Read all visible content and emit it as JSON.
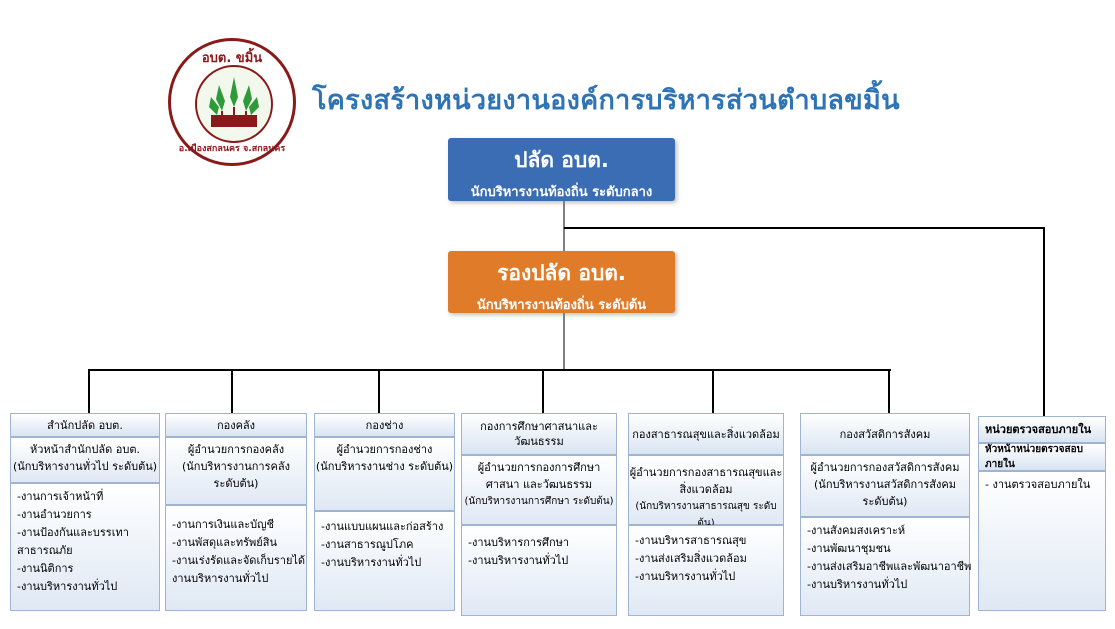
{
  "header": {
    "title": "โครงสร้างหน่วยงานองค์การบริหารส่วนตำบลขมิ้น",
    "logo": {
      "top_text": "อบต. ขมิ้น",
      "bottom_text": "อ.เมืองสกลนคร จ.สกลนคร"
    }
  },
  "palad": {
    "title": "ปลัด  อบต.",
    "subtitle": "นักบริหารงานท้องถิ่น ระดับกลาง"
  },
  "rong_palad": {
    "title": "รองปลัด  อบต.",
    "subtitle": "นักบริหารงานท้องถิ่น ระดับต้น"
  },
  "departments": [
    {
      "name": "สำนักปลัด อบต.",
      "head": [
        "หัวหน้าสำนักปลัด อบต.",
        "(นักบริหารงานทั่วไป ระดับต้น)"
      ],
      "tasks": [
        "-งานการเจ้าหน้าที่",
        "-งานอำนวยการ",
        "-งานป้องกันและบรรเทา",
        "สาธารณภัย",
        "-งานนิติการ",
        "-งานบริหารงานทั่วไป"
      ]
    },
    {
      "name": "กองคลัง",
      "head": [
        "ผู้อำนวยการกองคลัง",
        "(นักบริหารงานการคลัง",
        "ระดับต้น)"
      ],
      "tasks": [
        "-งานการเงินและบัญชี",
        "-งานพัสดุและทรัพย์สิน",
        "-งานเร่งรัดและจัดเก็บรายได้",
        "งานบริหารงานทั่วไป"
      ]
    },
    {
      "name": "กองช่าง",
      "head": [
        "ผู้อำนวยการกองช่าง",
        "(นักบริหารงานช่าง ระดับต้น)"
      ],
      "tasks": [
        "-งานแบบแผนและก่อสร้าง",
        "-งานสาธารณูปโภค",
        "-งานบริหารงานทั่วไป"
      ]
    },
    {
      "name": "กองการศึกษาศาสนาและ วัฒนธรรม",
      "head": [
        "ผู้อำนวยการกองการศึกษา",
        "ศาสนา และวัฒนธรรม",
        "(นักบริหารงานการศึกษา ระดับต้น)"
      ],
      "tasks": [
        "-งานบริหารการศึกษา",
        "-งานบริหารงานทั่วไป"
      ]
    },
    {
      "name": "กองสาธารณสุขและสิ่งแวดล้อม",
      "head": [
        "ผู้อำนวยการกองสาธารณสุขและ",
        "สิ่งแวดล้อม",
        "(นักบริหารงานสาธารณสุข ระดับต้น)"
      ],
      "tasks": [
        "-งานบริหารสาธารณสุข",
        "-งานส่งเสริมสิ่งแวดล้อม",
        "-งานบริหารงานทั่วไป"
      ]
    },
    {
      "name": "กองสวัสดิการสังคม",
      "head": [
        "ผู้อำนวยการกองสวัสดิการสังคม",
        "(นักบริหารงานสวัสดิการสังคม",
        "ระดับต้น)"
      ],
      "tasks": [
        "-งานสังคมสงเคราะห์",
        "-งานพัฒนาชุมชน",
        "-งานส่งเสริมอาชีพและพัฒนาอาชีพ",
        "-งานบริหารงานทั่วไป"
      ]
    },
    {
      "name": "หน่วยตรวจสอบภายใน",
      "head": [
        "หัวหน้าหน่วยตรวจสอบภายใน"
      ],
      "tasks": [
        "- งานตรวจสอบภายใน"
      ]
    }
  ],
  "colors": {
    "title": "#2e74b5",
    "palad_box": "#3b6db5",
    "rong_palad_box": "#e07b2a",
    "box_border": "#9fb4d0"
  },
  "icons": {
    "logo": "tree-seal-logo"
  }
}
